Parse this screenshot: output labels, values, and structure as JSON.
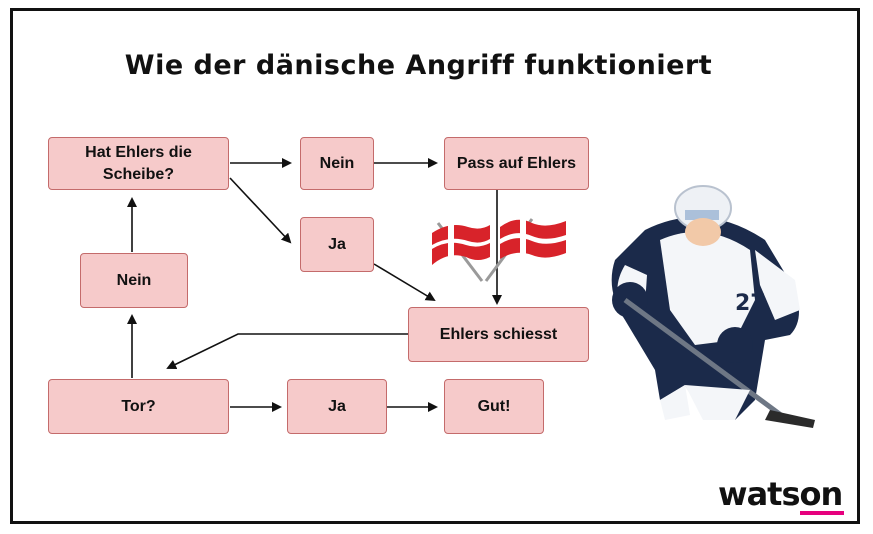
{
  "title": "Wie der dänische Angriff funktioniert",
  "nodes": {
    "hat_ehlers": "Hat Ehlers die Scheibe?",
    "nein_top": "Nein",
    "pass_auf": "Pass auf Ehlers",
    "ja_mid": "Ja",
    "nein_left": "Nein",
    "ehlers_schiesst": "Ehlers schiesst",
    "tor": "Tor?",
    "ja_bottom": "Ja",
    "gut": "Gut!"
  },
  "colors": {
    "box_fill": "#f6caca",
    "box_border": "#c46b6b",
    "brand_accent": "#e6007e"
  },
  "jersey_number": "27",
  "logo": "watson"
}
